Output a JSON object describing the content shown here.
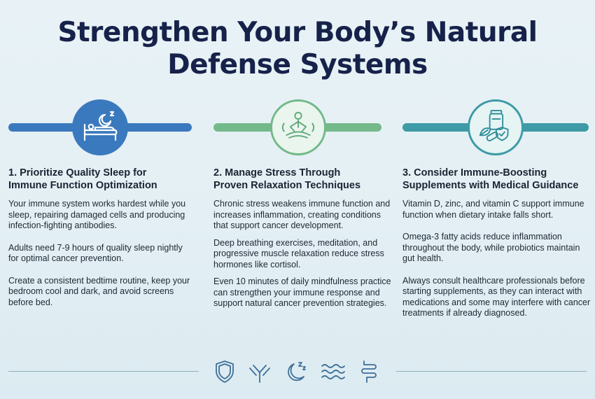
{
  "title": {
    "line1": "Strengthen Your Body’s Natural",
    "line2": "Defense Systems"
  },
  "colors": {
    "title": "#16224a",
    "sleep_blue": "#3a79bd",
    "stress_green": "#74b98a",
    "supplement_teal": "#3d9aa6"
  },
  "columns": [
    {
      "icon": "sleeping-bed-icon",
      "heading_line1": "1. Prioritize Quality Sleep for",
      "heading_line2": "Immune Function Optimization",
      "paragraphs": [
        "Your immune system works hardest while you sleep, repairing damaged cells and producing infection-fighting antibodies.",
        "Adults need 7-9 hours of quality sleep nightly for optimal cancer prevention.",
        "Create a consistent bedtime routine, keep your bedroom cool and dark, and avoid screens before bed."
      ]
    },
    {
      "icon": "meditation-icon",
      "heading_line1": "2. Manage Stress Through",
      "heading_line2": "Proven Relaxation Techniques",
      "paragraphs": [
        "Chronic stress weakens immune function and increases inflammation, creating conditions that support cancer development.",
        "Deep breathing exercises, meditation, and progressive muscle relaxation reduce stress hormones like cortisol.",
        "Even 10 minutes of daily mindfulness practice can strengthen your immune response and support natural cancer prevention strategies."
      ]
    },
    {
      "icon": "supplements-icon",
      "heading_line1": "3. Consider Immune-Boosting",
      "heading_line2": "Supplements with Medical Guidance",
      "paragraphs": [
        "Vitamin D, zinc, and vitamin C support immune function when dietary intake falls short.",
        "Omega-3 fatty acids reduce inflammation throughout the body, while probiotics maintain gut health.",
        "Always consult healthcare professionals before starting supplements, as they can interact with medications and some may interfere with cancer treatments if already diagnosed."
      ]
    }
  ],
  "footer_icons": [
    "shield-icon",
    "antibody-icon",
    "moon-sleep-icon",
    "waves-icon",
    "intestine-icon"
  ]
}
